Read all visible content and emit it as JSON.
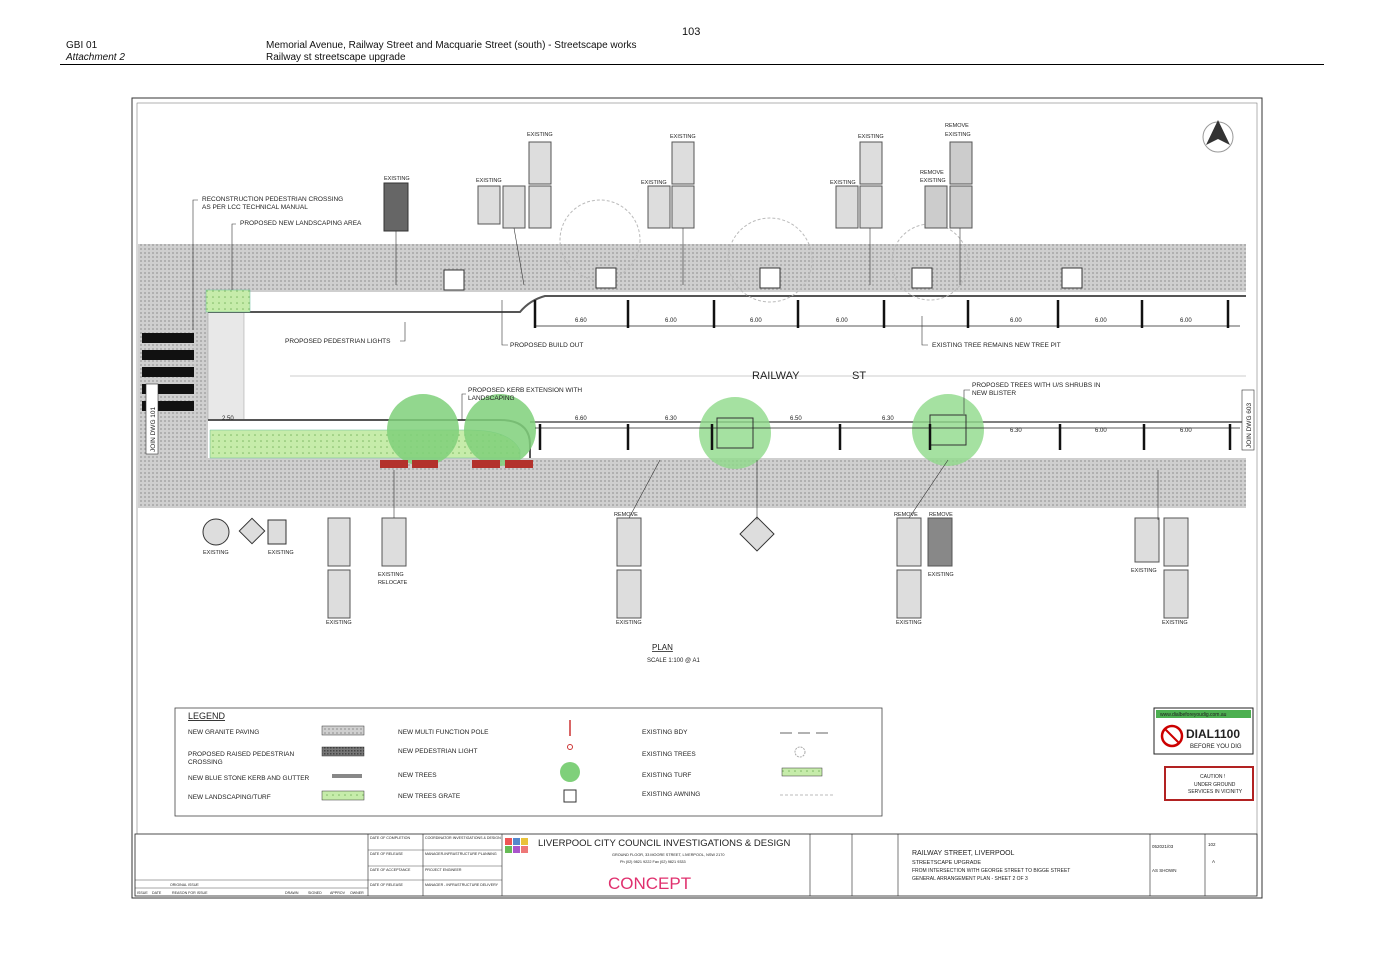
{
  "header": {
    "page_number": "103",
    "ref_code": "GBI 01",
    "attachment": "Attachment 2",
    "project_title": "Memorial Avenue, Railway Street and Macquarie Street (south) - Streetscape works",
    "project_subtitle": "Railway st streetscape upgrade"
  },
  "plan": {
    "street_name_1": "RAILWAY",
    "street_name_2": "ST",
    "plan_label": "PLAN",
    "scale_label": "SCALE 1:100 @ A1",
    "join_left": "JOIN DWG 101",
    "join_right": "JOIN DWG 603",
    "callouts": {
      "reconstruction_crossing": "RECONSTRUCTION PEDESTRIAN CROSSING",
      "reconstruction_crossing_2": "AS PER LCC TECHNICAL MANUAL",
      "new_landscaping": "PROPOSED NEW LANDSCAPING AREA",
      "ped_lights": "PROPOSED PEDESTRIAN LIGHTS",
      "build_out": "PROPOSED BUILD OUT",
      "tree_remains": "EXISTING TREE REMAINS  NEW TREE PIT",
      "kerb_extension": "PROPOSED KERB EXTENSION WITH",
      "kerb_extension_2": "LANDSCAPING",
      "proposed_trees": "PROPOSED TREES WITH U/S SHRUBS IN",
      "proposed_trees_2": "NEW BLISTER"
    },
    "sign_labels": {
      "existing": "EXISTING",
      "remove": "REMOVE",
      "relocate": "RELOCATE"
    },
    "dims_top": [
      "6.60",
      "6.00",
      "6.00",
      "6.00",
      "6.00",
      "6.00",
      "6.00"
    ],
    "dims_bottom": [
      "6.60",
      "6.30",
      "6.50",
      "6.30",
      "6.30",
      "6.00",
      "6.00"
    ],
    "dim_250": "2.50"
  },
  "legend": {
    "title": "LEGEND",
    "items": [
      "NEW GRANITE PAVING",
      "PROPOSED RAISED PEDESTRIAN",
      "CROSSING",
      "NEW BLUE STONE KERB AND GUTTER",
      "NEW LANDSCAPING/TURF",
      "NEW MULTI FUNCTION POLE",
      "NEW PEDESTRIAN LIGHT",
      "NEW TREES",
      "NEW TREES GRATE",
      "EXISTING BDY",
      "EXISTING TREES",
      "EXISTING TURF",
      "EXISTING AWNING"
    ]
  },
  "dial": {
    "url": "www.dialbeforeyoudig.com.au",
    "number": "DIAL1100",
    "tagline": "BEFORE YOU DIG"
  },
  "caution": {
    "line1": "CAUTION !",
    "line2": "UNDER GROUND",
    "line3": "SERVICES IN VICINITY"
  },
  "title_block": {
    "org": "LIVERPOOL CITY COUNCIL INVESTIGATIONS & DESIGN",
    "address": "GROUND FLOOR, 33 MOORE STREET, LIVERPOOL, NSW 2170",
    "phone": "Ph (02) 9821 9222    Fax (02) 9821 9333",
    "status": "CONCEPT",
    "drawing_title_1": "RAILWAY STREET, LIVERPOOL",
    "drawing_title_2": "STREETSCAPE UPGRADE",
    "drawing_title_3": "FROM INTERSECTION WITH GEORGE STREET TO BIGGE STREET",
    "drawing_title_4": "GENERAL ARRANGEMENT PLAN - SHEET 2 OF 3",
    "job_no": "052021/03",
    "dwg_no": "102",
    "issue": "A",
    "scales": "AS SHOWN",
    "coord_label": "COORDINATOR INVESTIGATIONS & DESIGN",
    "manager_planning": "MANAGER-INFRASTRUCTURE PLANNING",
    "project_engineer": "PROJECT ENGINEER",
    "manager_delivery": "MANAGER - INFRASTRUCTURE DELIVERY",
    "date_completion": "DATE OF COMPLETION",
    "date_release": "DATE OF RELEASE",
    "date_acceptance": "DATE OF ACCEPTANCE",
    "original_issue": "ORIGINAL ISSUE",
    "col_issue": "ISSUE",
    "col_date": "DATE",
    "col_reason": "REASON FOR ISSUE",
    "col_drawn": "DRAWN",
    "col_signed": "SIGNED",
    "col_approv": "APPROV",
    "col_owner": "OWNER"
  },
  "colors": {
    "paving": "#c9c9c9",
    "turf": "#b7e49a",
    "tree": "#7fd07a",
    "concept": "#e0306e",
    "caution_border": "#b22222"
  }
}
